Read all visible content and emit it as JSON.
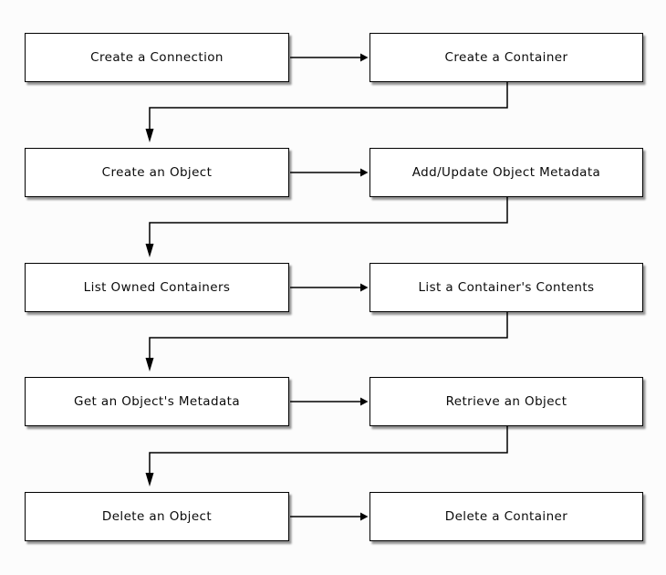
{
  "flowchart": {
    "rows": [
      {
        "left": {
          "label": "Create a Connection"
        },
        "right": {
          "label": "Create a Container"
        }
      },
      {
        "left": {
          "label": "Create an Object"
        },
        "right": {
          "label": "Add/Update Object Metadata"
        }
      },
      {
        "left": {
          "label": "List Owned Containers"
        },
        "right": {
          "label": "List a Container's Contents"
        }
      },
      {
        "left": {
          "label": "Get an Object's Metadata"
        },
        "right": {
          "label": "Retrieve an Object"
        }
      },
      {
        "left": {
          "label": "Delete an Object"
        },
        "right": {
          "label": "Delete a Container"
        }
      }
    ],
    "colors": {
      "background": "#fcfcfc",
      "node_fill": "#ffffff",
      "node_border": "#000000",
      "connector": "#000000",
      "shadow": "rgba(0,0,0,0.42)"
    }
  }
}
